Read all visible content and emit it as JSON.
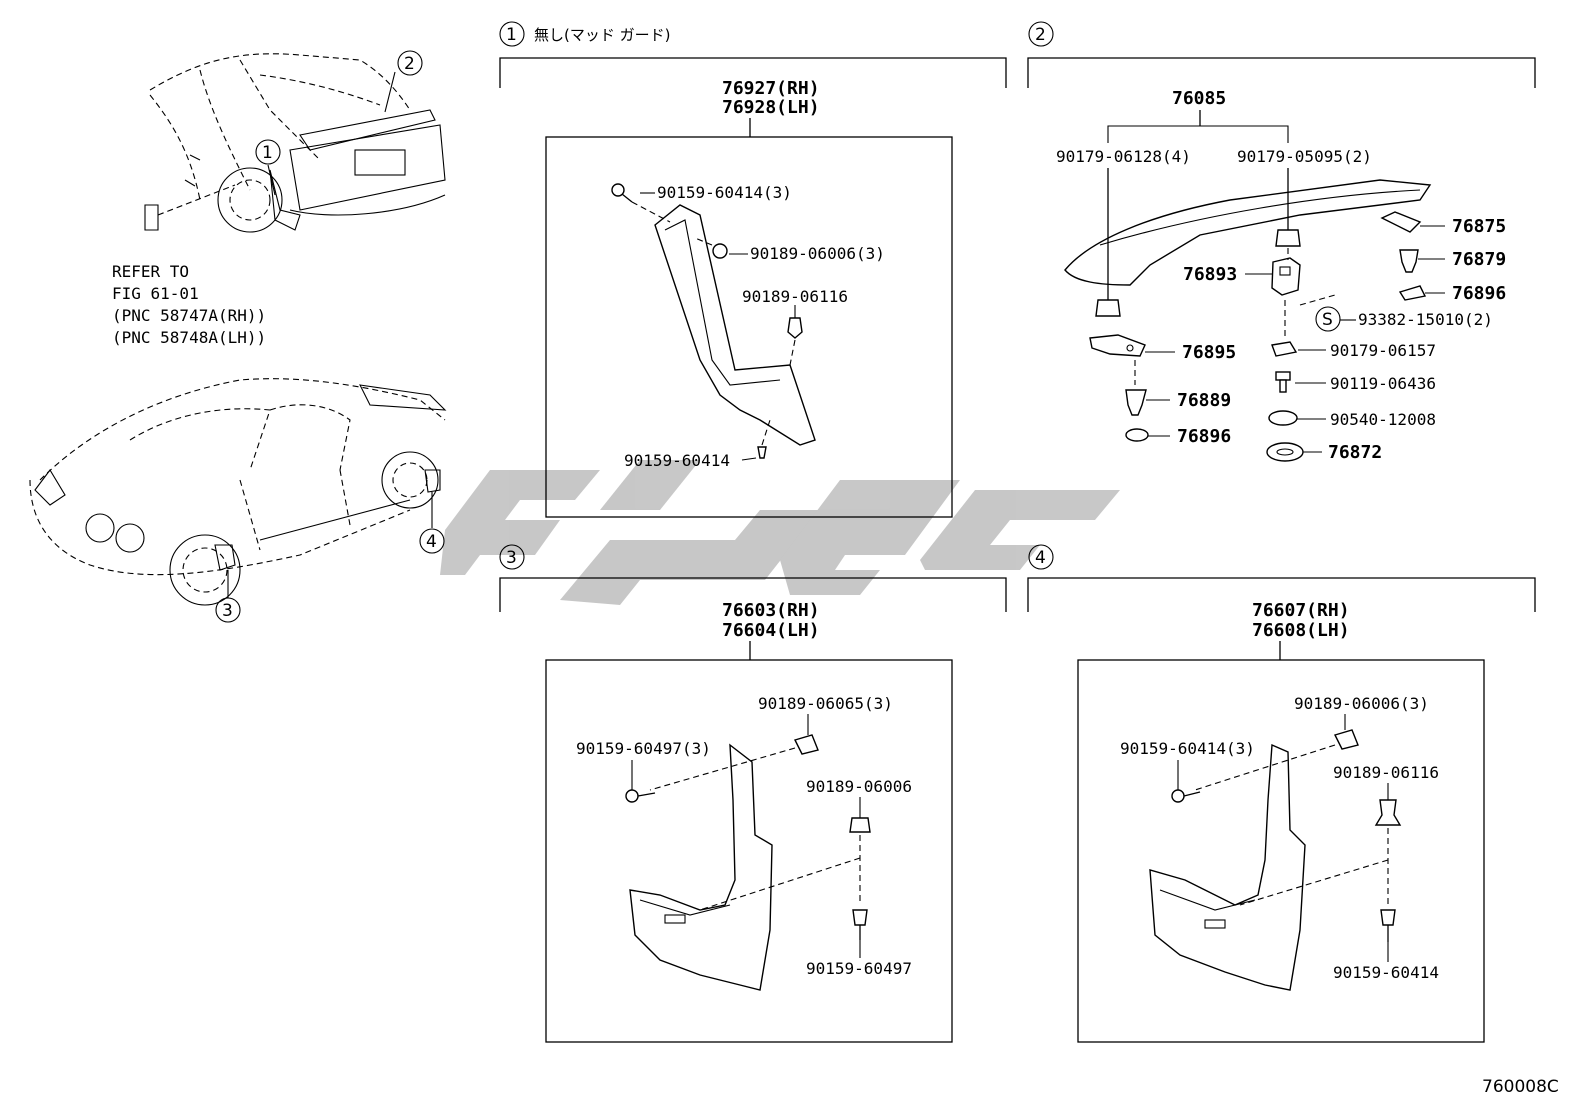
{
  "figure_id": "760008C",
  "overview": {
    "callouts": [
      "1",
      "2",
      "3",
      "4"
    ],
    "refer": [
      "REFER TO",
      "FIG 61-01",
      "(PNC 58747A(RH))",
      "(PNC 58748A(LH))"
    ]
  },
  "panel1": {
    "num": "1",
    "title": "無し(マッド ガード)",
    "part_rh": "76927(RH)",
    "part_lh": "76928(LH)",
    "labels": [
      "90159-60414(3)",
      "90189-06006(3)",
      "90189-06116",
      "90159-60414"
    ]
  },
  "panel2": {
    "num": "2",
    "top": "76085",
    "labels": [
      "90179-06128(4)",
      "90179-05095(2)",
      "76875",
      "76879",
      "76896",
      "76893",
      "93382-15010(2)",
      "76895",
      "90179-06157",
      "90119-06436",
      "76889",
      "90540-12008",
      "76896",
      "76872"
    ],
    "s_mark": "S"
  },
  "panel3": {
    "num": "3",
    "part_rh": "76603(RH)",
    "part_lh": "76604(LH)",
    "labels": [
      "90189-06065(3)",
      "90159-60497(3)",
      "90189-06006",
      "90159-60497"
    ]
  },
  "panel4": {
    "num": "4",
    "part_rh": "76607(RH)",
    "part_lh": "76608(LH)",
    "labels": [
      "90189-06006(3)",
      "90159-60414(3)",
      "90189-06116",
      "90159-60414"
    ]
  },
  "colors": {
    "line": "#000000",
    "watermark": "#9a9a9a",
    "background": "#ffffff"
  }
}
